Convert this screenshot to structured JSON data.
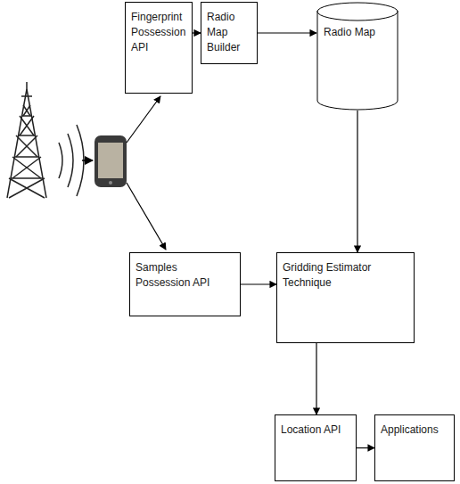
{
  "diagram": {
    "nodes": [
      {
        "text": [
          "Fingerprint Possession API"
        ]
      },
      {
        "text": [
          "Radio Map Builder"
        ]
      },
      {
        "text": [
          "Radio Map"
        ]
      },
      {
        "text": [
          "Samples Possession API"
        ]
      },
      {
        "text": [
          "Gridding Estimator Technique"
        ]
      },
      {
        "text": [
          "Location API"
        ]
      },
      {
        "text": [
          "Applications"
        ]
      }
    ],
    "edges": [
      {
        "from": 0,
        "to": 1,
        "arrow": "to"
      },
      {
        "from": 1,
        "to": 2,
        "arrow": "to"
      },
      {
        "from": 2,
        "to": 4,
        "arrow": "to"
      },
      {
        "from": 3,
        "to": 4,
        "arrow": "to"
      },
      {
        "from": 4,
        "to": 5,
        "arrow": "to"
      },
      {
        "from": 5,
        "to": 6,
        "arrow": "to"
      }
    ]
  }
}
